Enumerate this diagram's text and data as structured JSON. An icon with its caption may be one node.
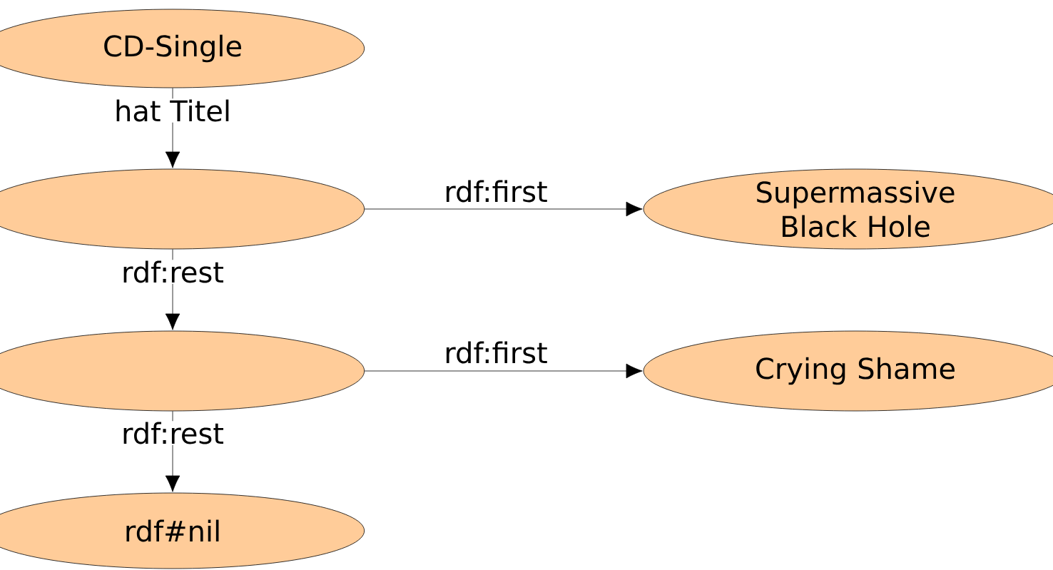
{
  "diagram": {
    "nodes": [
      {
        "text": [
          "CD-Single"
        ]
      },
      {
        "text": [],
        "shape": "ellipse"
      },
      {
        "text": [
          "Supermassive Black Hole"
        ]
      },
      {
        "text": [],
        "shape": "ellipse"
      },
      {
        "text": [
          "Crying Shame"
        ]
      },
      {
        "text": [
          "rdf#nil"
        ]
      }
    ],
    "edges": [
      {
        "from": 0,
        "to": 1,
        "arrow": "to",
        "label": "hat Titel"
      },
      {
        "from": 1,
        "to": 2,
        "arrow": "to",
        "label": "rdf:first"
      },
      {
        "from": 1,
        "to": 3,
        "arrow": "to",
        "label": "rdf:rest"
      },
      {
        "from": 3,
        "to": 4,
        "arrow": "to",
        "label": "rdf:first"
      },
      {
        "from": 3,
        "to": 5,
        "arrow": "to",
        "label": "rdf:rest"
      }
    ]
  }
}
